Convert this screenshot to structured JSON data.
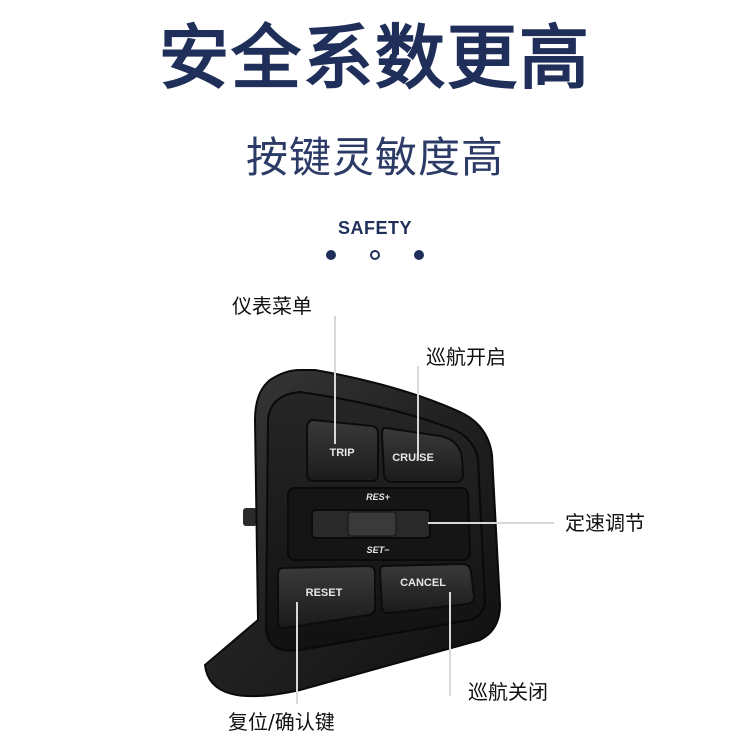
{
  "header": {
    "title": "安全系数更高",
    "subtitle": "按键灵敏度高",
    "section_label": "SAFETY"
  },
  "colors": {
    "title": "#1f2f5a",
    "accent_dots": "#1f2f5a",
    "callout_lines": "#d8d8d8",
    "panel": "#1f1f1f"
  },
  "callouts": {
    "meter_menu": "仪表菜单",
    "cruise_on": "巡航开启",
    "speed_adjust": "定速调节",
    "cruise_off": "巡航关闭",
    "reset_confirm": "复位/确认键"
  },
  "buttons": {
    "trip": "TRIP",
    "cruise": "CRUISE",
    "res_plus": "RES+",
    "set_minus": "SET−",
    "reset": "RESET",
    "cancel": "CANCEL"
  }
}
